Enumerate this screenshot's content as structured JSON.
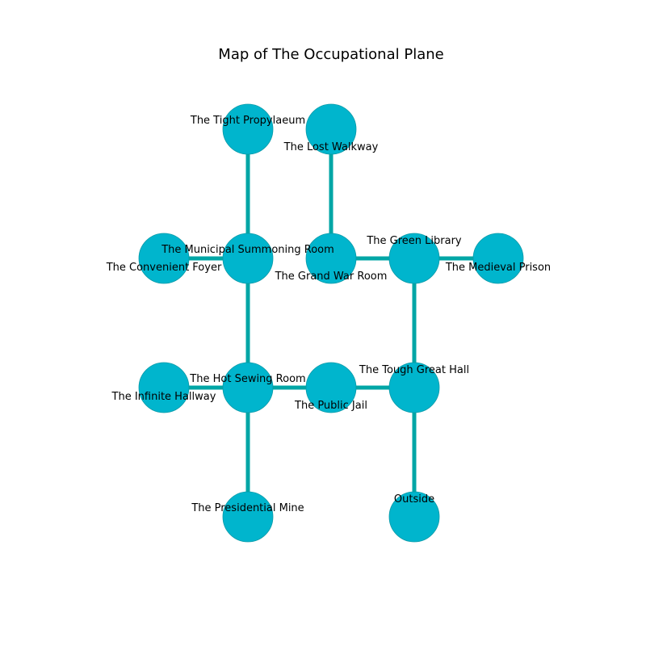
{
  "title": "Map of The Occupational Plane",
  "colors": {
    "node": "#00b5cd",
    "edge": "#00a6a6",
    "background": "#ffffff"
  },
  "rooms": [
    {
      "id": "tight-propylaeum",
      "label": "The Tight Propylaeum"
    },
    {
      "id": "lost-walkway",
      "label": "The Lost Walkway"
    },
    {
      "id": "convenient-foyer",
      "label": "The Convenient Foyer"
    },
    {
      "id": "municipal-summoning-room",
      "label": "The Municipal Summoning Room"
    },
    {
      "id": "grand-war-room",
      "label": "The Grand War Room"
    },
    {
      "id": "green-library",
      "label": "The Green Library"
    },
    {
      "id": "medieval-prison",
      "label": "The Medieval Prison"
    },
    {
      "id": "infinite-hallway",
      "label": "The Infinite Hallway"
    },
    {
      "id": "hot-sewing-room",
      "label": "The Hot Sewing Room"
    },
    {
      "id": "public-jail",
      "label": "The Public Jail"
    },
    {
      "id": "tough-great-hall",
      "label": "The Tough Great Hall"
    },
    {
      "id": "presidential-mine",
      "label": "The Presidential Mine"
    },
    {
      "id": "outside",
      "label": "Outside"
    }
  ],
  "connections": [
    [
      "tight-propylaeum",
      "municipal-summoning-room"
    ],
    [
      "lost-walkway",
      "grand-war-room"
    ],
    [
      "convenient-foyer",
      "municipal-summoning-room"
    ],
    [
      "municipal-summoning-room",
      "hot-sewing-room"
    ],
    [
      "grand-war-room",
      "green-library"
    ],
    [
      "green-library",
      "medieval-prison"
    ],
    [
      "green-library",
      "tough-great-hall"
    ],
    [
      "infinite-hallway",
      "hot-sewing-room"
    ],
    [
      "hot-sewing-room",
      "public-jail"
    ],
    [
      "public-jail",
      "tough-great-hall"
    ],
    [
      "hot-sewing-room",
      "presidential-mine"
    ],
    [
      "tough-great-hall",
      "outside"
    ]
  ]
}
